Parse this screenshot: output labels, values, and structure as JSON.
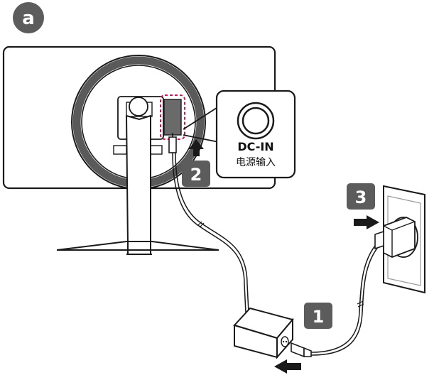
{
  "figure": {
    "panel_label": "a",
    "callout": {
      "port_label": "DC-IN",
      "port_label_cn": "电源输入"
    },
    "steps": [
      {
        "number": "1"
      },
      {
        "number": "2"
      },
      {
        "number": "3"
      }
    ]
  },
  "colors": {
    "badge": "#5c5c5c",
    "line": "#1a1a1a",
    "highlight": "#c2185b",
    "port_fill": "#6a6a6a"
  }
}
